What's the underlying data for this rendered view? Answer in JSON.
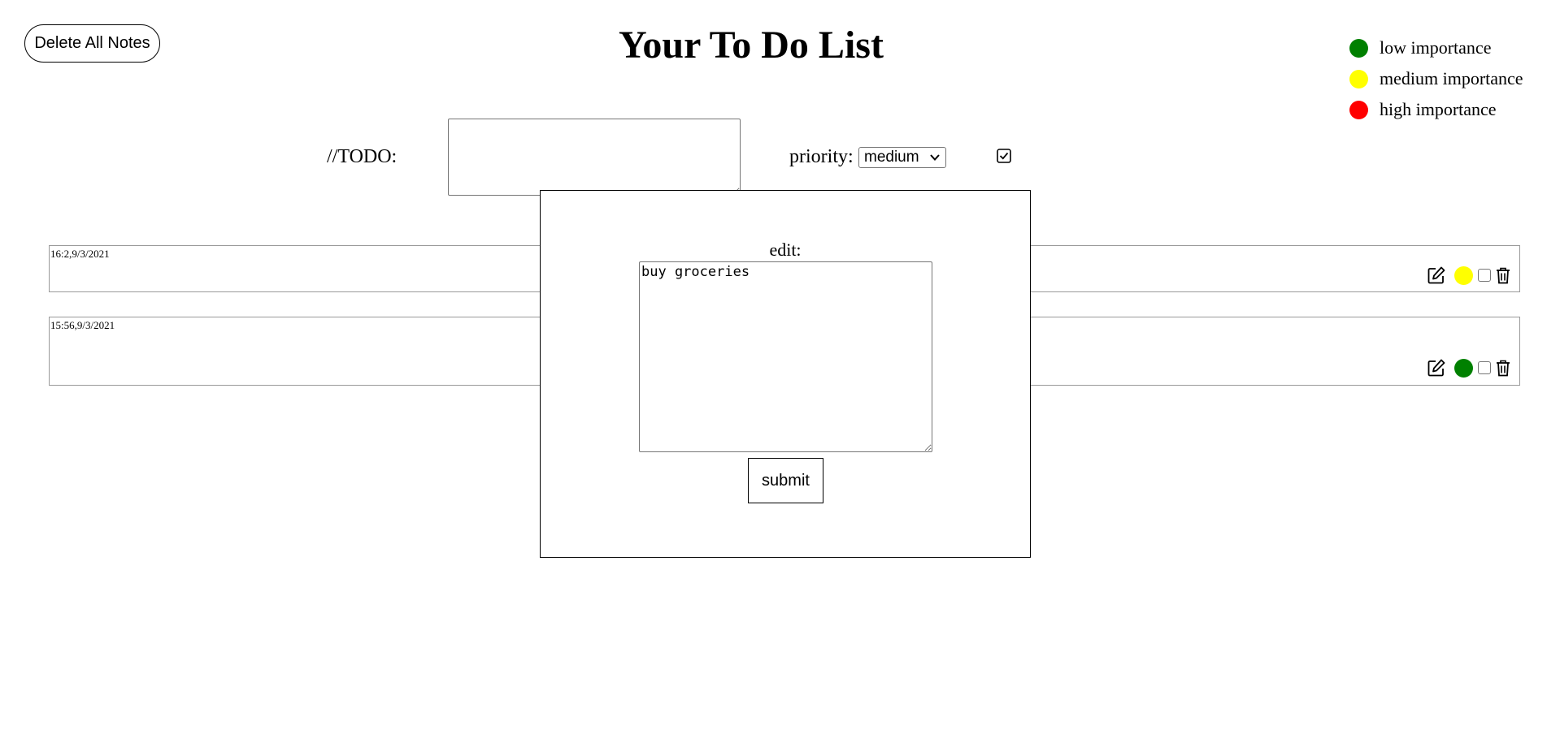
{
  "header": {
    "delete_all_label": "Delete All Notes",
    "title": "Your To Do List"
  },
  "legend": [
    {
      "label": "low importance",
      "color": "#008000"
    },
    {
      "label": "medium importance",
      "color": "#ffff00"
    },
    {
      "label": "high importance",
      "color": "#ff0000"
    }
  ],
  "form": {
    "todo_label": "//TODO:",
    "todo_value": "",
    "priority_label": "priority:",
    "priority_selected": "medium"
  },
  "notes": [
    {
      "timestamp": "16:2,9/3/2021",
      "priority_color": "#ffff00",
      "done": false
    },
    {
      "timestamp": "15:56,9/3/2021",
      "priority_color": "#008000",
      "done": false
    }
  ],
  "edit_modal": {
    "label": "edit:",
    "value": "buy groceries",
    "submit_label": "submit"
  }
}
